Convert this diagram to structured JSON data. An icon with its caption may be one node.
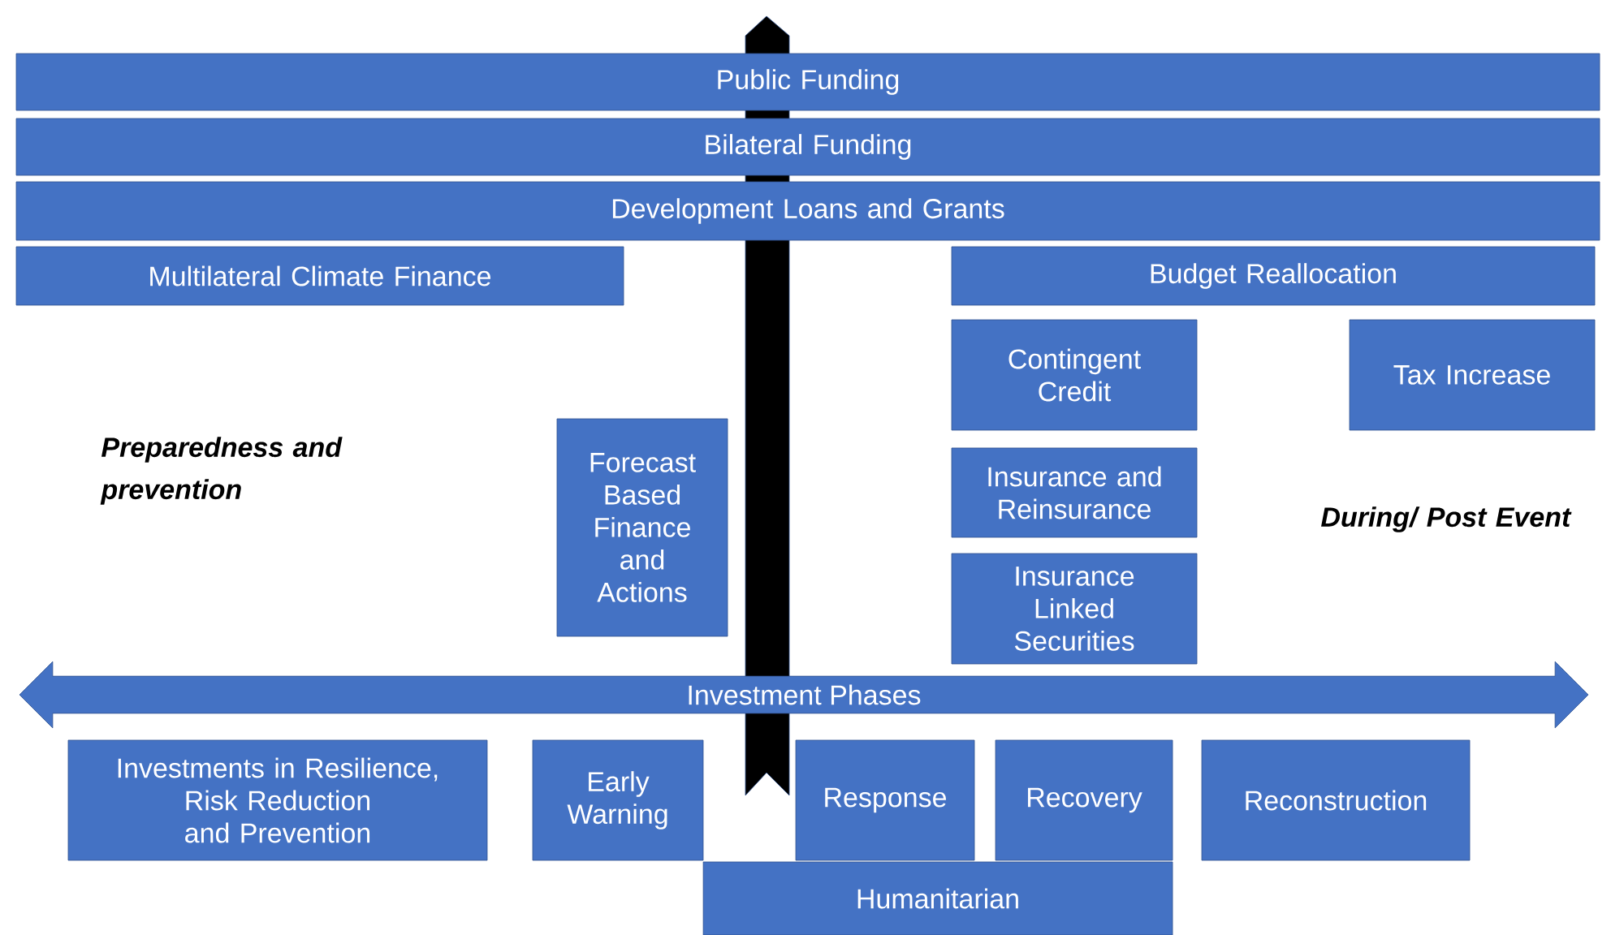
{
  "diagram": {
    "nodes": [
      {
        "text": [
          "Public Funding"
        ]
      },
      {
        "text": [
          "Bilateral Funding"
        ]
      },
      {
        "text": [
          "Development Loans and Grants"
        ]
      },
      {
        "text": [
          "Multilateral Climate Finance"
        ]
      },
      {
        "text": [
          "Budget Reallocation"
        ]
      },
      {
        "text": [
          "Contingent Credit"
        ]
      },
      {
        "text": [
          "Tax Increase"
        ]
      },
      {
        "text": [
          "Forecast Based Finance and Actions"
        ]
      },
      {
        "text": [
          "Insurance and Reinsurance"
        ]
      },
      {
        "text": [
          "Insurance Linked Securities"
        ]
      },
      {
        "text": [
          "Investment Phases"
        ]
      },
      {
        "text": [
          "Investments in Resilience, Risk Reduction and Prevention"
        ]
      },
      {
        "text": [
          "Early Warning"
        ]
      },
      {
        "text": [
          "Response"
        ]
      },
      {
        "text": [
          "Recovery"
        ]
      },
      {
        "text": [
          "Reconstruction"
        ]
      },
      {
        "text": [
          "Humanitarian"
        ]
      }
    ],
    "labels": [
      "Preparedness and prevention",
      "During/ Post Event"
    ]
  }
}
